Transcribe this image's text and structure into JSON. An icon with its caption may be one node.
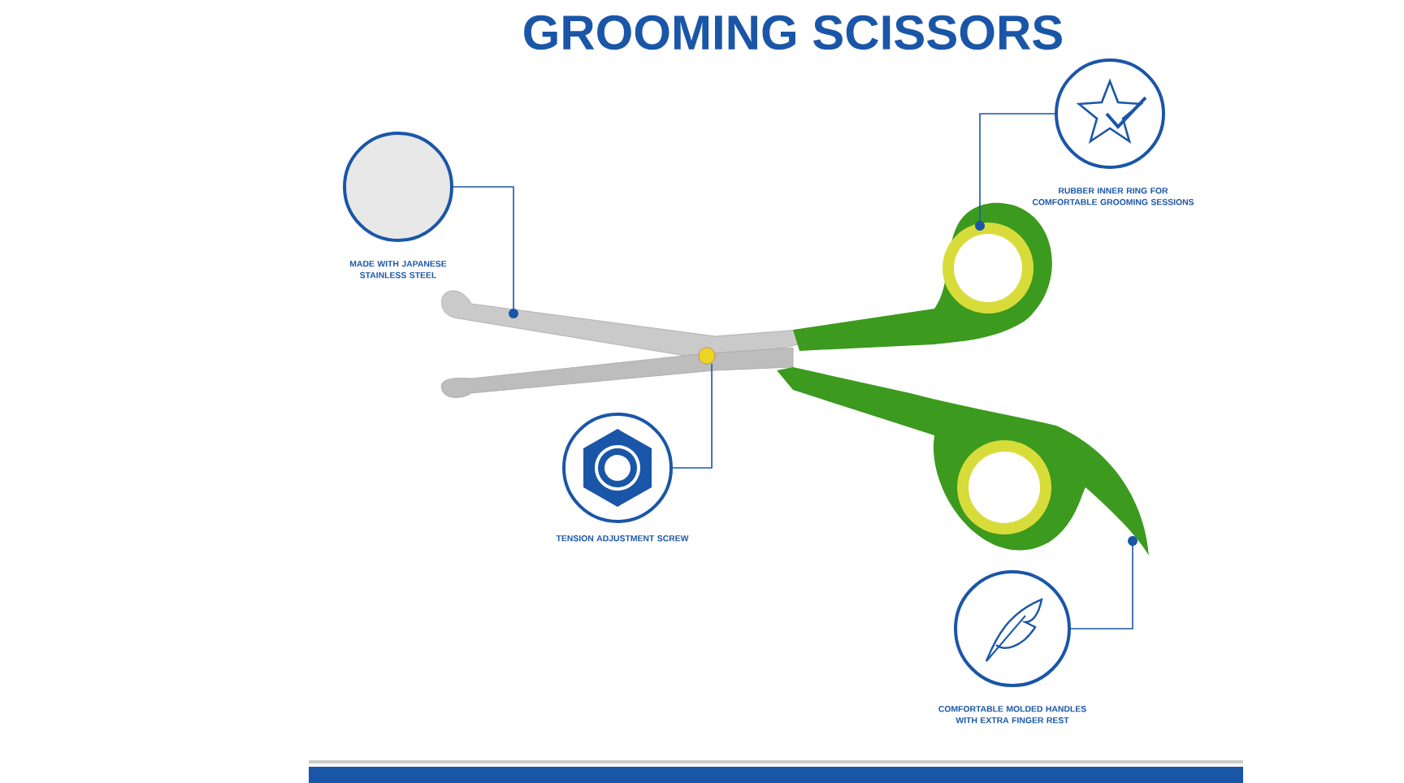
{
  "diagram": {
    "title": "GROOMING SCISSORS",
    "nodes": [
      {
        "text": [
          "MADE WITH JAPANESE STAINLESS STEEL"
        ]
      },
      {
        "text": [
          "RUBBER INNER RING FOR COMFORTABLE GROOMING SESSIONS"
        ]
      },
      {
        "text": [
          "TENSION ADJUSTMENT SCREW"
        ]
      },
      {
        "text": [
          "COMFORTABLE MOLDED HANDLES WITH EXTRA FINGER REST"
        ]
      },
      {
        "text": [],
        "shape": "picture"
      },
      {
        "text": [],
        "shape": "picture"
      },
      {
        "text": [],
        "shape": "circle"
      },
      {
        "text": [],
        "shape": "picture"
      }
    ],
    "edges": [
      {
        "from": 0,
        "to": 4,
        "arrow": "none"
      },
      {
        "from": 1,
        "to": 5,
        "arrow": "none"
      },
      {
        "from": 2,
        "to": 6,
        "arrow": "none"
      },
      {
        "from": 3,
        "to": 7,
        "arrow": "none"
      }
    ]
  }
}
